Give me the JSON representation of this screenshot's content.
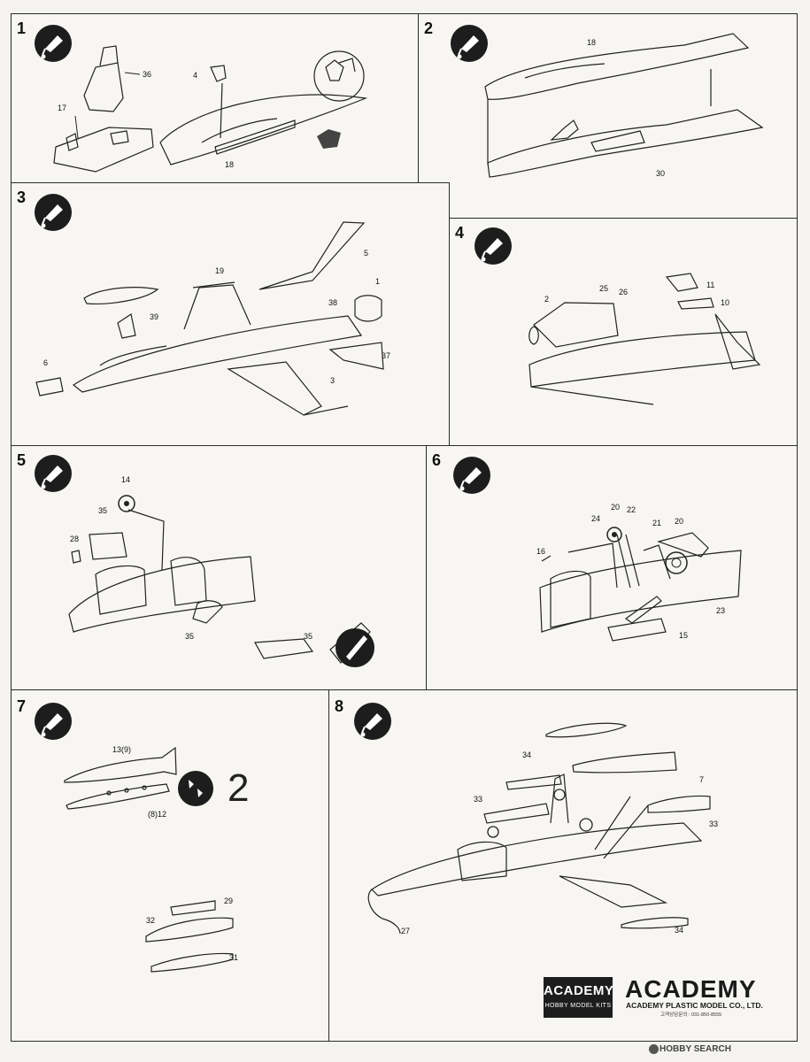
{
  "steps": [
    {
      "number": "1",
      "labels": {
        "p36": "36",
        "p4": "4",
        "p17": "17",
        "p18": "18"
      }
    },
    {
      "number": "2",
      "labels": {
        "p18": "18",
        "p30": "30"
      }
    },
    {
      "number": "3",
      "labels": {
        "p5": "5",
        "p1": "1",
        "p19": "19",
        "p38": "38",
        "p39": "39",
        "p6": "6",
        "p37": "37",
        "p3": "3"
      }
    },
    {
      "number": "4",
      "labels": {
        "p11": "11",
        "p10": "10",
        "p2": "2",
        "p25": "25",
        "p26": "26"
      }
    },
    {
      "number": "5",
      "labels": {
        "p14": "14",
        "p35a": "35",
        "p28": "28",
        "p35b": "35",
        "p35c": "35"
      }
    },
    {
      "number": "6",
      "labels": {
        "p20a": "20",
        "p24": "24",
        "p22": "22",
        "p21": "21",
        "p20b": "20",
        "p16": "16",
        "p23": "23",
        "p15": "15"
      }
    },
    {
      "number": "7",
      "labels": {
        "p13": "13(9)",
        "p12": "(8)12",
        "p29": "29",
        "p32": "32",
        "p31": "31"
      },
      "make_count": "2"
    },
    {
      "number": "8",
      "labels": {
        "p34a": "34",
        "p7": "7",
        "p33a": "33",
        "p33b": "33",
        "p27": "27",
        "p34b": "34"
      }
    }
  ],
  "footer": {
    "logo_top": "ACADEMY",
    "logo_bottom": "HOBBY MODEL KITS",
    "brand": "ACADEMY",
    "company": "ACADEMY PLASTIC MODEL CO., LTD.",
    "phone": "고객상담문의 : 031-850-8555"
  },
  "watermark": "HOBBY SEARCH",
  "icons": [
    "glue-icon",
    "make-two-icon"
  ]
}
